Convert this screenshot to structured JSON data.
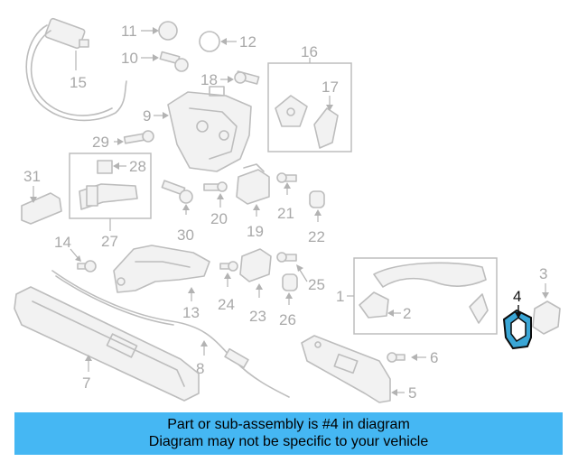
{
  "diagram": {
    "callouts": [
      "1",
      "2",
      "3",
      "4",
      "5",
      "6",
      "7",
      "8",
      "9",
      "10",
      "11",
      "12",
      "13",
      "14",
      "15",
      "16",
      "17",
      "18",
      "19",
      "20",
      "21",
      "22",
      "23",
      "24",
      "25",
      "26",
      "27",
      "28",
      "29",
      "30",
      "31"
    ],
    "highlighted_part": "4",
    "highlight_color": "#3aa6d6"
  },
  "banner": {
    "line1": "Part or sub-assembly is #4 in diagram",
    "line2": "Diagram may not be specific to your vehicle",
    "background": "#45b7f3"
  }
}
